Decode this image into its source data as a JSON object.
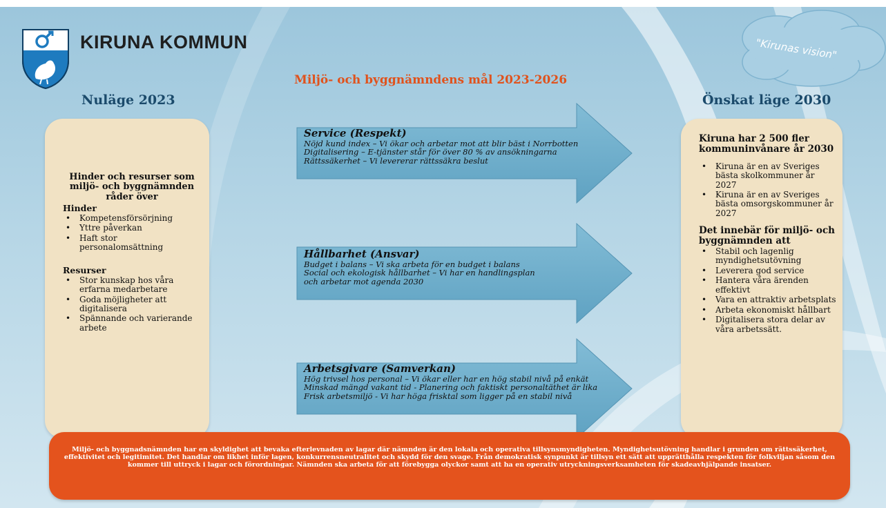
{
  "header": {
    "brand_name": "KIRUNA KOMMUN",
    "center_title": "Miljö- och byggnämndens mål 2023-2026",
    "left_heading": "Nuläge 2023",
    "right_heading": "Önskat läge 2030",
    "vision_cloud": "\"Kirunas vision\""
  },
  "left_box": {
    "title": "Hinder och resurser som miljö- och byggnämnden råder över",
    "hinder_heading": "Hinder",
    "hinder_items": [
      "Kompetensförsörjning",
      "Yttre påverkan",
      "Haft stor personalomsättning"
    ],
    "resurser_heading": "Resurser",
    "resurser_items": [
      "Stor kunskap hos våra erfarna medarbetare",
      "Goda möjligheter att digitalisera",
      "Spännande och varierande arbete"
    ]
  },
  "arrows": [
    {
      "title": "Service (Respekt)",
      "lines": [
        "Nöjd kund index – Vi ökar och arbetar mot att blir bäst i Norrbotten",
        "Digitalisering – E-tjänster står för över 80 % av ansökningarna",
        "Rättssäkerhet – Vi levererar rättssäkra beslut"
      ]
    },
    {
      "title": "Hållbarhet (Ansvar)",
      "lines": [
        "Budget i balans – Vi ska arbeta för en budget i balans",
        "Social och ekologisk hållbarhet – Vi  har en handlingsplan",
        "och arbetar mot agenda 2030"
      ]
    },
    {
      "title": "Arbetsgivare (Samverkan)",
      "lines": [
        "Hög trivsel hos personal – Vi ökar eller har en hög stabil nivå på enkät",
        "Minskad mängd vakant tid - Planering och faktiskt personaltäthet är lika",
        "Frisk arbetsmiljö - Vi har höga frisktal som ligger på en stabil nivå"
      ]
    }
  ],
  "right_box": {
    "title": "Kiruna har 2 500 fler kommuninvånare år 2030",
    "items": [
      "Kiruna är en av Sveriges bästa skolkommuner år 2027",
      "Kiruna är en av Sveriges bästa omsorgskommuner år 2027"
    ],
    "subtitle": "Det innebär för miljö- och byggnämnden att",
    "sub_items": [
      "Stabil och lagenlig myndighetsutövning",
      "Leverera god service",
      "Hantera våra ärenden effektivt",
      "Vara en attraktiv arbetsplats",
      "Arbeta ekonomiskt hållbart",
      "Digitalisera stora delar av våra arbetssätt."
    ]
  },
  "bottom_banner": {
    "text": "Miljö- och byggnadsnämnden har en skyldighet att bevaka efterlevnaden av lagar där nämnden är den lokala och operativa tillsynsmyndigheten. Myndighetsutövning handlar i grunden om rättssäkerhet, effektivitet och legitimitet. Det handlar om likhet inför lagen, konkurrensneutralitet och skydd för den svage. Från demokratisk synpunkt är tillsyn ett sätt att upprätthålla respekten för folkviljan såsom den kommer till uttryck i lagar och förordningar. Nämnden ska arbeta för att förebygga olyckor samt att ha en operativ utryckningsverksamheten för skadeavhjälpande insatser."
  },
  "colors": {
    "background": "#b6d6e6",
    "box": "#f1e2c4",
    "arrow": "#6fb0cc",
    "accent_orange": "#e4531d",
    "heading_blue": "#1b4a6b",
    "shield": "#1e7bbf"
  }
}
